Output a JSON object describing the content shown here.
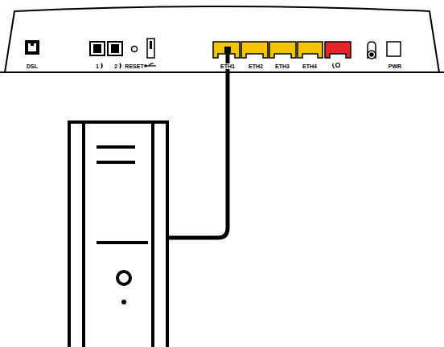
{
  "diagram": {
    "labels": [
      "DSL",
      "1",
      "2",
      "RESET",
      "ETH1",
      "ETH2",
      "ETH3",
      "ETH4",
      "PWR"
    ]
  }
}
